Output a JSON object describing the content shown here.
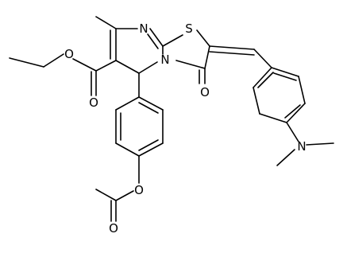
{
  "structure": {
    "atom_labels": {
      "n_ring_top": "N",
      "n_ring_bridge": "N",
      "s_ring": "S",
      "o_ketone": "O",
      "o_ester_single": "O",
      "o_ester_double": "O",
      "o_acetoxy_single": "O",
      "o_acetoxy_double": "O",
      "n_dimethylamino": "N"
    }
  }
}
